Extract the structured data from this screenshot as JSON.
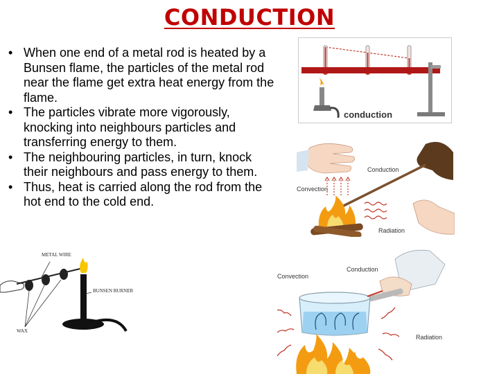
{
  "slide": {
    "title": "CONDUCTION",
    "bullets": [
      "When  one  end of a metal rod is heated by a Bunsen flame, the particles of the metal rod near the flame get extra heat energy from the flame.",
      "The particles vibrate more vigorously, knocking into neighbours particles and transferring energy to them.",
      "The neighbouring particles, in turn, knock their neighbours and pass energy to them.",
      "Thus, heat is carried along the rod from the hot end to the cold end."
    ],
    "bullet_symbol": "•"
  },
  "figures": {
    "rod": {
      "caption": "conduction"
    },
    "hands_fire": {
      "conduction": "Conduction",
      "convection": "Convection",
      "radiation": "Radiation"
    },
    "bunsen": {
      "metal_wire": "METAL WIRE",
      "bunsen_burner": "BUNSEN BURNER",
      "wax": "WAX"
    },
    "pot": {
      "conduction": "Conduction",
      "convection": "Convection",
      "radiation": "Radiation"
    }
  },
  "colors": {
    "title": "#c00000",
    "rod": "#b01818",
    "flame": "#f39c12"
  }
}
